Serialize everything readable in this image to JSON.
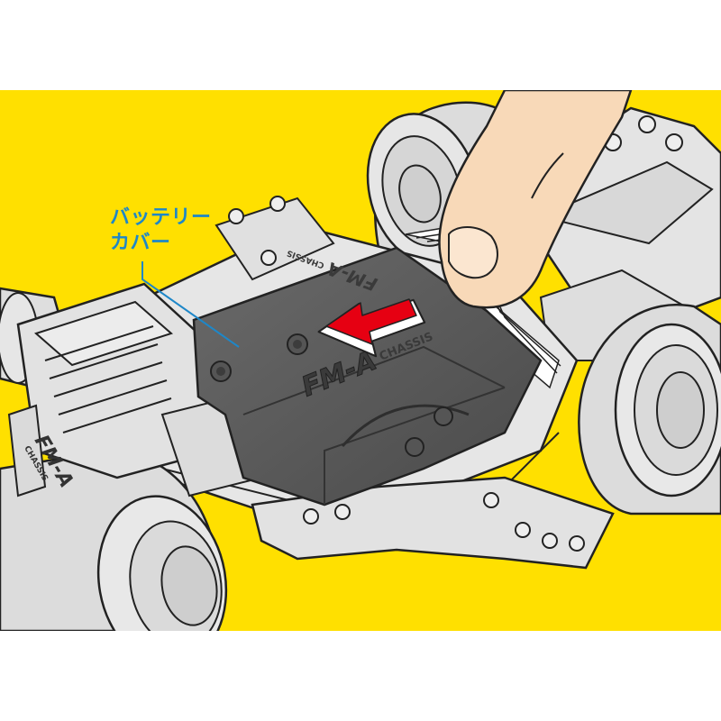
{
  "callout": {
    "line1": "バッテリー",
    "line2": "カバー"
  },
  "chassis_marks": {
    "cover_main": "FM-A",
    "cover_sub": "CHASSIS",
    "cover_top_main": "FM-A",
    "cover_top_sub": "CHASSIS",
    "motor_side_main": "FM-A",
    "motor_side_sub": "CHASSIS"
  },
  "colors": {
    "background": "#ffe000",
    "callout_text": "#1e87c8",
    "arrow": "#e60012",
    "chassis": "#e2e2e2",
    "battery_cover": "#5a5a5a",
    "skin": "#f8d9b8"
  },
  "icons": {
    "direction_arrow": "arrow-left-down-icon",
    "finger": "hand-finger-icon"
  }
}
